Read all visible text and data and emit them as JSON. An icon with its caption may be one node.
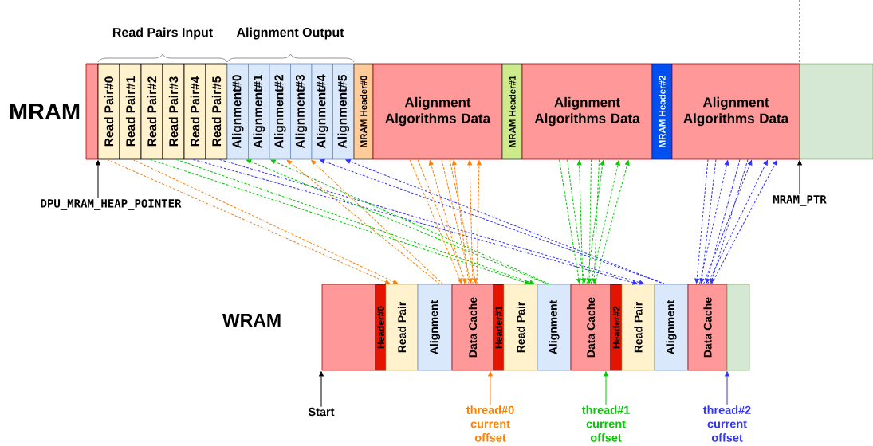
{
  "diagram": {
    "nodes": [
      {
        "text": [],
        "shape": "box"
      },
      {
        "text": [
          "Read Pair#0"
        ]
      },
      {
        "text": [
          "Read Pair#1"
        ]
      },
      {
        "text": [
          "Read Pair#2"
        ]
      },
      {
        "text": [
          "Read Pair#3"
        ]
      },
      {
        "text": [
          "Read Pair#4"
        ]
      },
      {
        "text": [
          "Read Pair#5"
        ]
      },
      {
        "text": [
          "Alignment#0"
        ]
      },
      {
        "text": [
          "Alignment#1"
        ]
      },
      {
        "text": [
          "Alignment#2"
        ]
      },
      {
        "text": [
          "Alignment#3"
        ]
      },
      {
        "text": [
          "Alignment#4"
        ]
      },
      {
        "text": [
          "Alignment#5"
        ]
      },
      {
        "text": [
          "MRAM Header#0"
        ]
      },
      {
        "text": [
          "Alignment Algorithms Data"
        ]
      },
      {
        "text": [
          "MRAM Header#1"
        ]
      },
      {
        "text": [
          "Alignment Algorithms Data"
        ]
      },
      {
        "text": [
          "MRAM Header#2"
        ]
      },
      {
        "text": [
          "Alignment Algorithms Data"
        ]
      },
      {
        "text": [],
        "shape": "box"
      },
      {
        "text": [],
        "shape": "box"
      },
      {
        "text": [
          "Header#0"
        ]
      },
      {
        "text": [
          "Read Pair"
        ]
      },
      {
        "text": [
          "Alignment"
        ]
      },
      {
        "text": [
          "Data Cache"
        ]
      },
      {
        "text": [
          "Header#1"
        ]
      },
      {
        "text": [
          "Read Pair"
        ]
      },
      {
        "text": [
          "Alignment"
        ]
      },
      {
        "text": [
          "Data Cache"
        ]
      },
      {
        "text": [
          "Header#2"
        ]
      },
      {
        "text": [
          "Read Pair"
        ]
      },
      {
        "text": [
          "Alignment"
        ]
      },
      {
        "text": [
          "Data Cache"
        ]
      },
      {
        "text": [],
        "shape": "box"
      },
      {
        "text": [
          "DPU_MRAM_HEAP_POINTER"
        ]
      },
      {
        "text": [
          "MRAM_PTR"
        ]
      },
      {
        "text": [
          "Start"
        ]
      },
      {
        "text": [
          "thread#0 current offset"
        ]
      },
      {
        "text": [
          "thread#1 current offset"
        ]
      },
      {
        "text": [
          "thread#2 current offset"
        ]
      }
    ],
    "edges": [
      {
        "from": 1,
        "to": 22,
        "arrow": "to",
        "style": "dashed",
        "color": "#ff8000"
      },
      {
        "from": 2,
        "to": 22,
        "arrow": "to",
        "style": "dashed",
        "color": "#ff8000"
      },
      {
        "from": 3,
        "to": 26,
        "arrow": "to",
        "style": "dashed",
        "color": "#00cc00"
      },
      {
        "from": 4,
        "to": 26,
        "arrow": "to",
        "style": "dashed",
        "color": "#00cc00"
      },
      {
        "from": 5,
        "to": 30,
        "arrow": "to",
        "style": "dashed",
        "color": "#3333ff"
      },
      {
        "from": 6,
        "to": 30,
        "arrow": "to",
        "style": "dashed",
        "color": "#3333ff"
      },
      {
        "from": 27,
        "to": 7,
        "arrow": "to",
        "style": "dashed",
        "color": "#00cc00"
      },
      {
        "from": 27,
        "to": 8,
        "arrow": "to",
        "style": "dashed",
        "color": "#00cc00"
      },
      {
        "from": 23,
        "to": 9,
        "arrow": "to",
        "style": "dashed",
        "color": "#ff8000"
      },
      {
        "from": 23,
        "to": 10,
        "arrow": "to",
        "style": "dashed",
        "color": "#ff8000"
      },
      {
        "from": 31,
        "to": 11,
        "arrow": "to",
        "style": "dashed",
        "color": "#3333ff"
      },
      {
        "from": 31,
        "to": 12,
        "arrow": "to",
        "style": "dashed",
        "color": "#3333ff"
      },
      {
        "from": 24,
        "to": 14,
        "arrow": "to",
        "style": "dashed",
        "color": "#ff8000"
      },
      {
        "from": 24,
        "to": 14,
        "arrow": "to",
        "style": "dashed",
        "color": "#ff8000"
      },
      {
        "from": 24,
        "to": 14,
        "arrow": "to",
        "style": "dashed",
        "color": "#ff8000"
      },
      {
        "from": 24,
        "to": 14,
        "arrow": "to",
        "style": "dashed",
        "color": "#ff8000"
      },
      {
        "from": 14,
        "to": 24,
        "arrow": "to",
        "style": "dashed",
        "color": "#ff8000"
      },
      {
        "from": 14,
        "to": 24,
        "arrow": "to",
        "style": "dashed",
        "color": "#ff8000"
      },
      {
        "from": 14,
        "to": 24,
        "arrow": "to",
        "style": "dashed",
        "color": "#ff8000"
      },
      {
        "from": 14,
        "to": 24,
        "arrow": "to",
        "style": "dashed",
        "color": "#ff8000"
      },
      {
        "from": 28,
        "to": 16,
        "arrow": "to",
        "style": "dashed",
        "color": "#00cc00"
      },
      {
        "from": 28,
        "to": 16,
        "arrow": "to",
        "style": "dashed",
        "color": "#00cc00"
      },
      {
        "from": 28,
        "to": 16,
        "arrow": "to",
        "style": "dashed",
        "color": "#00cc00"
      },
      {
        "from": 28,
        "to": 16,
        "arrow": "to",
        "style": "dashed",
        "color": "#00cc00"
      },
      {
        "from": 16,
        "to": 28,
        "arrow": "to",
        "style": "dashed",
        "color": "#00cc00"
      },
      {
        "from": 16,
        "to": 28,
        "arrow": "to",
        "style": "dashed",
        "color": "#00cc00"
      },
      {
        "from": 16,
        "to": 28,
        "arrow": "to",
        "style": "dashed",
        "color": "#00cc00"
      },
      {
        "from": 16,
        "to": 28,
        "arrow": "to",
        "style": "dashed",
        "color": "#00cc00"
      },
      {
        "from": 32,
        "to": 18,
        "arrow": "to",
        "style": "dashed",
        "color": "#3333ff"
      },
      {
        "from": 32,
        "to": 18,
        "arrow": "to",
        "style": "dashed",
        "color": "#3333ff"
      },
      {
        "from": 32,
        "to": 18,
        "arrow": "to",
        "style": "dashed",
        "color": "#3333ff"
      },
      {
        "from": 32,
        "to": 18,
        "arrow": "to",
        "style": "dashed",
        "color": "#3333ff"
      },
      {
        "from": 18,
        "to": 32,
        "arrow": "to",
        "style": "dashed",
        "color": "#3333ff"
      },
      {
        "from": 18,
        "to": 32,
        "arrow": "to",
        "style": "dashed",
        "color": "#3333ff"
      },
      {
        "from": 18,
        "to": 32,
        "arrow": "to",
        "style": "dashed",
        "color": "#3333ff"
      },
      {
        "from": 18,
        "to": 32,
        "arrow": "to",
        "style": "dashed",
        "color": "#3333ff"
      },
      {
        "from": 34,
        "to": 0,
        "arrow": "to",
        "color": "#000000"
      },
      {
        "from": 35,
        "to": 19,
        "arrow": "to",
        "color": "#000000"
      },
      {
        "from": 36,
        "to": 20,
        "arrow": "to",
        "color": "#000000"
      },
      {
        "from": 37,
        "to": 25,
        "arrow": "to",
        "color": "#ff8000"
      },
      {
        "from": 38,
        "to": 29,
        "arrow": "to",
        "color": "#00cc00"
      },
      {
        "from": 39,
        "to": 33,
        "arrow": "to",
        "color": "#3333ff"
      }
    ],
    "labels": [
      "Read Pairs Input",
      "Alignment Output",
      "MRAM",
      "WRAM"
    ]
  }
}
